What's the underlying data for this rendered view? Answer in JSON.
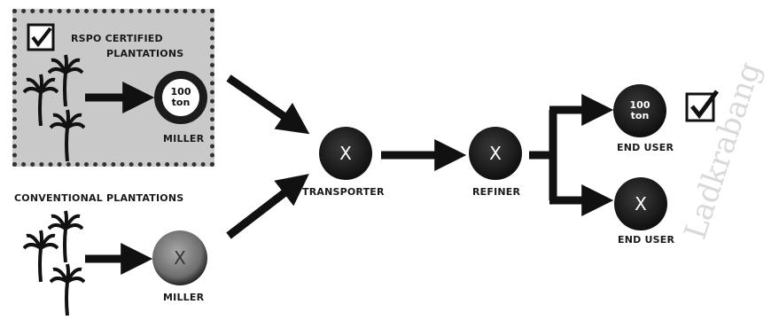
{
  "certified_group": {
    "title_line1": "RSPO CERTIFIED",
    "title_line2": "PLANTATIONS",
    "miller_value": "100",
    "miller_unit": "ton",
    "miller_label": "MILLER"
  },
  "conventional_group": {
    "title": "CONVENTIONAL PLANTATIONS",
    "miller_mark": "X",
    "miller_label": "MILLER"
  },
  "transporter": {
    "mark": "X",
    "label": "TRANSPORTER"
  },
  "refiner": {
    "mark": "X",
    "label": "REFINER"
  },
  "end_user_certified": {
    "value": "100",
    "unit": "ton",
    "label": "END USER"
  },
  "end_user_conventional": {
    "mark": "X",
    "label": "END USER"
  },
  "watermark": {
    "text": "Ladkrabang"
  },
  "colors": {
    "certified_box": "#c9c9c9",
    "node_dark": "#111111",
    "arrow": "#111111"
  }
}
